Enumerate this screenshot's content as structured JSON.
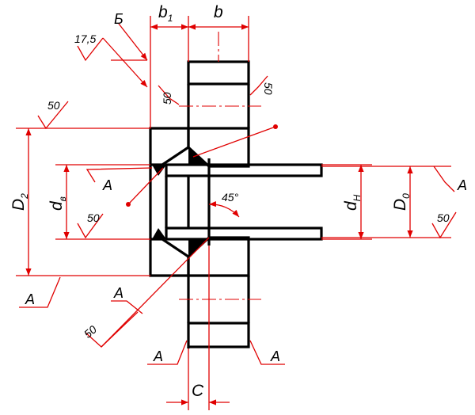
{
  "labels": {
    "b1_main": "b",
    "b1_sub": "1",
    "b": "b",
    "B_cyr": "Б",
    "roughness_17_5": "17,5",
    "rough_50_top_left": "50",
    "rough_50_top_right": "50",
    "rough_50_d2": "50",
    "rough_50_dv": "50",
    "rough_50_d0": "50",
    "rough_50_chamfer": "50",
    "D2_main": "D",
    "D2_sub": "2",
    "dv_main": "d",
    "dv_sub": "в",
    "dn_main": "d",
    "dn_sub": "Н",
    "D0_main": "D",
    "D0_sub": "0",
    "angle": "45°",
    "A_dv": "A",
    "A_d0": "A",
    "A_d2": "A",
    "A_chamfer": "A",
    "A_bottom_left": "A",
    "A_bottom_right": "A",
    "C": "C"
  },
  "colors": {
    "dimension": "#e00000",
    "outline": "#000000"
  }
}
